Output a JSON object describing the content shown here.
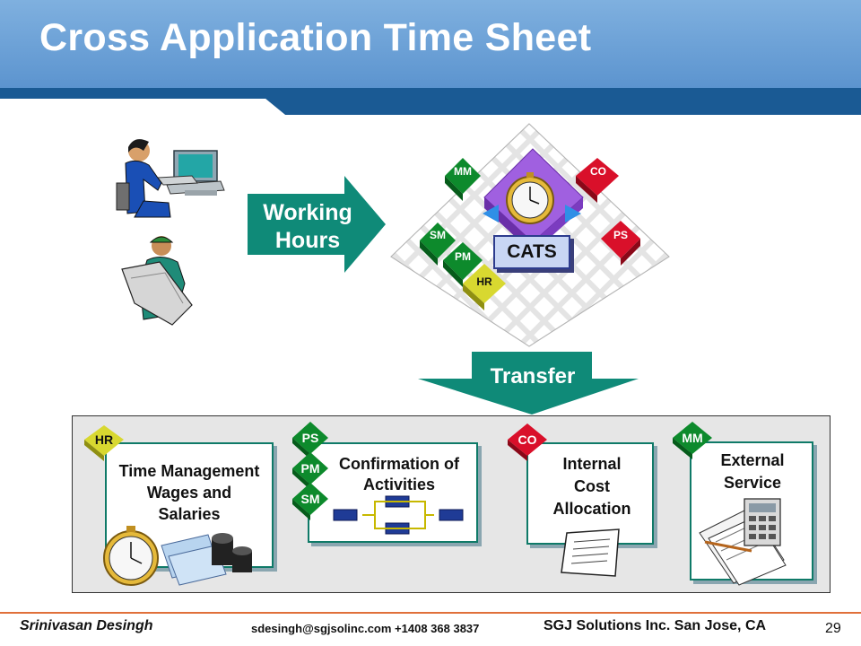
{
  "title": "Cross Application Time Sheet",
  "input_arrow": "Working Hours",
  "center": "CATS",
  "transfer_arrow": "Transfer",
  "ring_tags": [
    "MM",
    "CO",
    "SM",
    "PM",
    "PS",
    "HR"
  ],
  "targets": [
    {
      "tags": [
        "HR"
      ],
      "label_lines": [
        "Time Management",
        "Wages and",
        "Salaries"
      ]
    },
    {
      "tags": [
        "PS",
        "PM",
        "SM"
      ],
      "label_lines": [
        "Confirmation of",
        "Activities"
      ]
    },
    {
      "tags": [
        "CO"
      ],
      "label_lines": [
        "Internal",
        "Cost",
        "Allocation"
      ]
    },
    {
      "tags": [
        "MM"
      ],
      "label_lines": [
        "External",
        "Service"
      ]
    }
  ],
  "footer": {
    "author": "Srinivasan Desingh",
    "contact": "sdesingh@sgjsolinc.com  +1408 368 3837",
    "company": "SGJ Solutions Inc. San Jose, CA",
    "page": "29"
  },
  "colors": {
    "title_bar": "#6a9fd6",
    "title_stripe": "#1a5a94",
    "arrow_teal": "#0f8a78",
    "tag_green": "#0d8a2c",
    "tag_red": "#d9102a",
    "tag_yellow": "#d8d830",
    "cats_violet": "#a060e0",
    "box_border": "#0f7a68"
  }
}
